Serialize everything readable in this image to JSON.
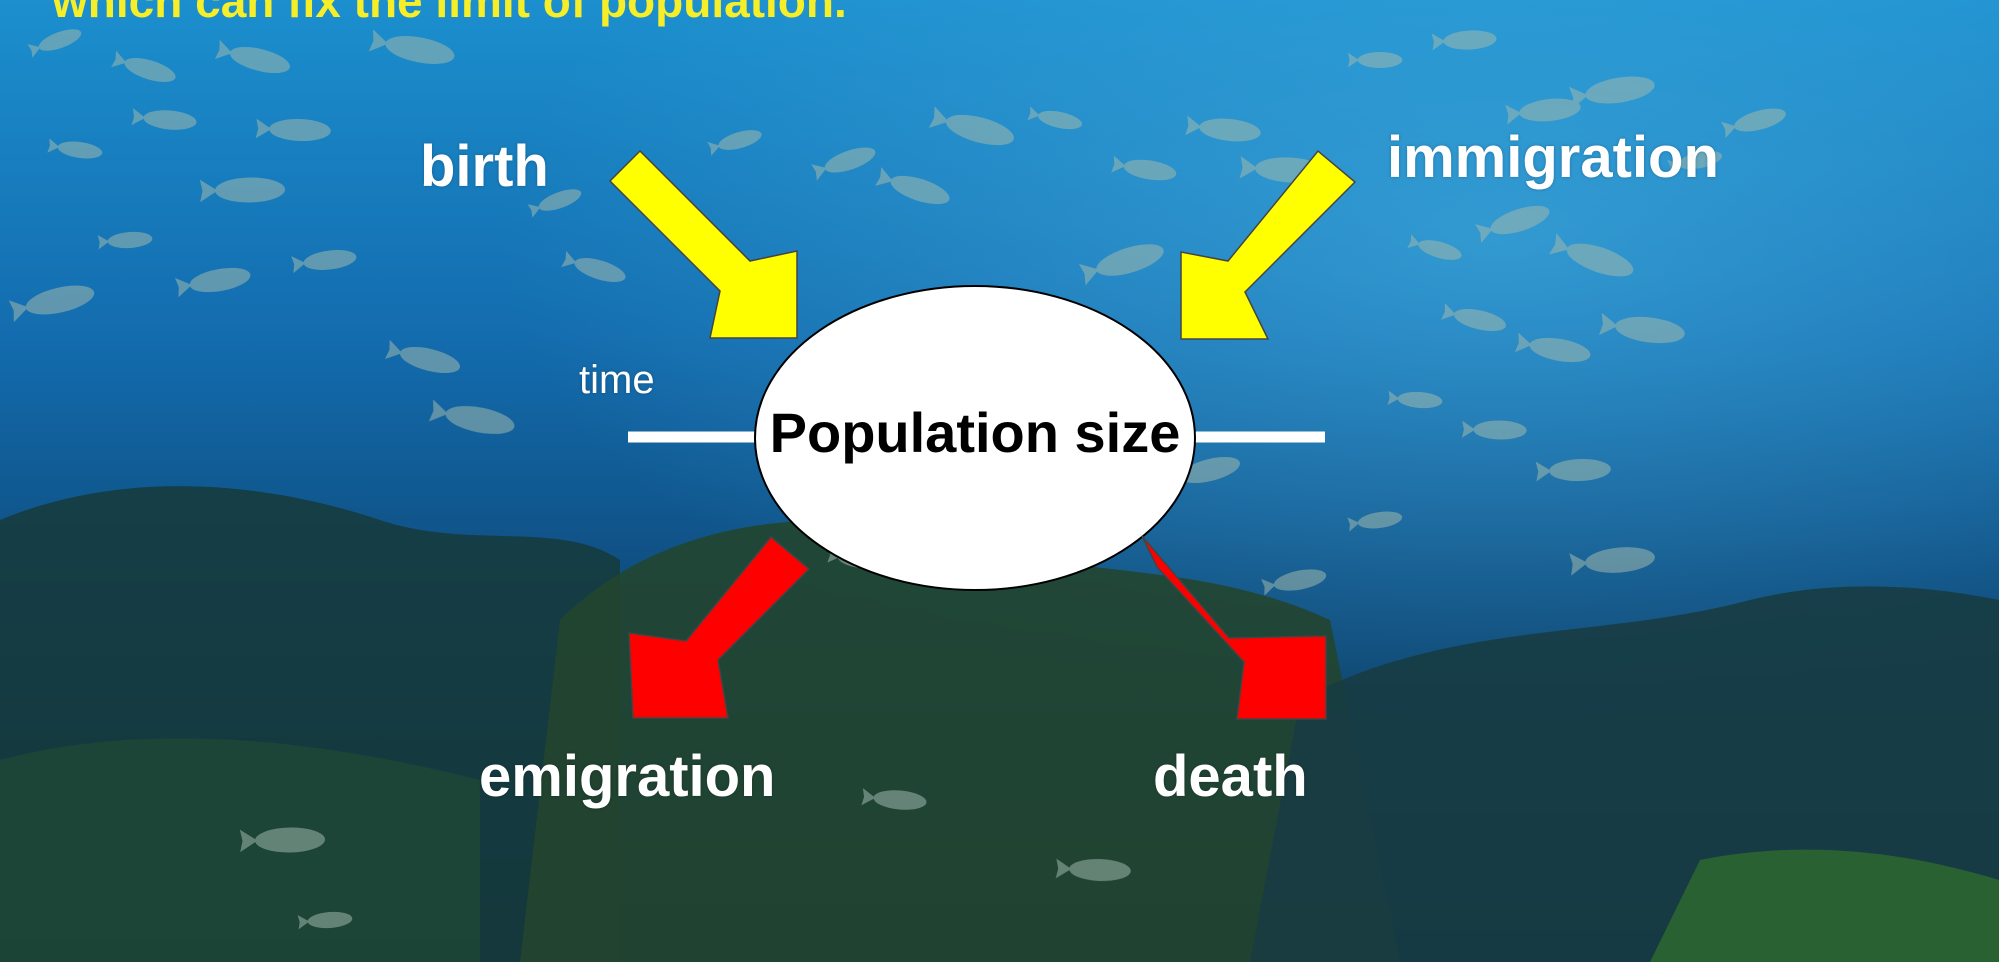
{
  "headline": "which can fix the limit of population.",
  "center": {
    "label": "Population size"
  },
  "axis": {
    "label": "time"
  },
  "inflows": [
    {
      "label": "birth",
      "color": "#ffff00"
    },
    {
      "label": "immigration",
      "color": "#ffff00"
    }
  ],
  "outflows": [
    {
      "label": "emigration",
      "color": "#ff0000"
    },
    {
      "label": "death",
      "color": "#ff0000"
    }
  ],
  "colors": {
    "inflow_arrow": "#ffff00",
    "outflow_arrow": "#ff0000",
    "headline": "#f5ee28",
    "ellipse_fill": "#ffffff"
  }
}
